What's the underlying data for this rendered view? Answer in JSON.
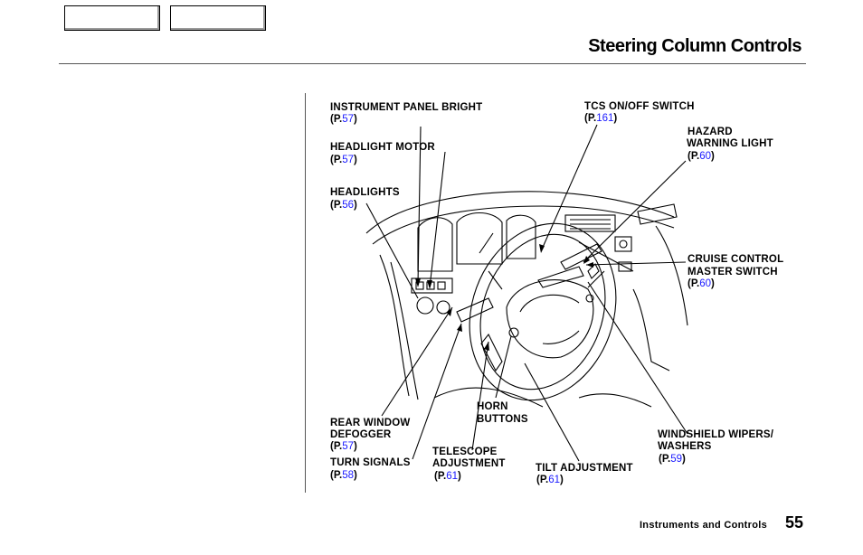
{
  "page": {
    "title": "Steering Column Controls",
    "footer_section": "Instruments and Controls",
    "page_number": "55"
  },
  "labels": {
    "instrument_panel_bright": {
      "name": "INSTRUMENT PANEL BRIGHT",
      "p": "(P.",
      "num": "57",
      "close": ")"
    },
    "headlight_motor": {
      "name": "HEADLIGHT MOTOR",
      "p": "(P.",
      "num": "57",
      "close": ")"
    },
    "headlights": {
      "name": "HEADLIGHTS",
      "p": "(P.",
      "num": "56",
      "close": ")"
    },
    "tcs_switch": {
      "name": "TCS ON/OFF SWITCH",
      "p": "(P.",
      "num": "161",
      "close": ")"
    },
    "hazard_line1": "HAZARD",
    "hazard_line2": "WARNING LIGHT",
    "hazard": {
      "p": "(P.",
      "num": "60",
      "close": ")"
    },
    "cruise_line1": "CRUISE CONTROL",
    "cruise_line2": "MASTER SWITCH",
    "cruise": {
      "p": "(P.",
      "num": "60",
      "close": ")"
    },
    "horn_line1": "HORN",
    "horn_line2": "BUTTONS",
    "rear_line1": "REAR WINDOW",
    "rear_line2": "DEFOGGER",
    "rear": {
      "p": "(P.",
      "num": "57",
      "close": ")"
    },
    "turn": {
      "name": "TURN SIGNALS",
      "p": "(P.",
      "num": "58",
      "close": ")"
    },
    "telescope_line1": "TELESCOPE",
    "telescope_line2": "ADJUSTMENT",
    "telescope": {
      "p": "(P.",
      "num": "61",
      "close": ")"
    },
    "tilt": {
      "name": "TILT ADJUSTMENT",
      "p": "(P.",
      "num": "61",
      "close": ")"
    },
    "wipers_line1": "WINDSHIELD WIPERS/",
    "wipers_line2": "WASHERS",
    "wipers": {
      "p": "(P.",
      "num": "59",
      "close": ")"
    }
  }
}
